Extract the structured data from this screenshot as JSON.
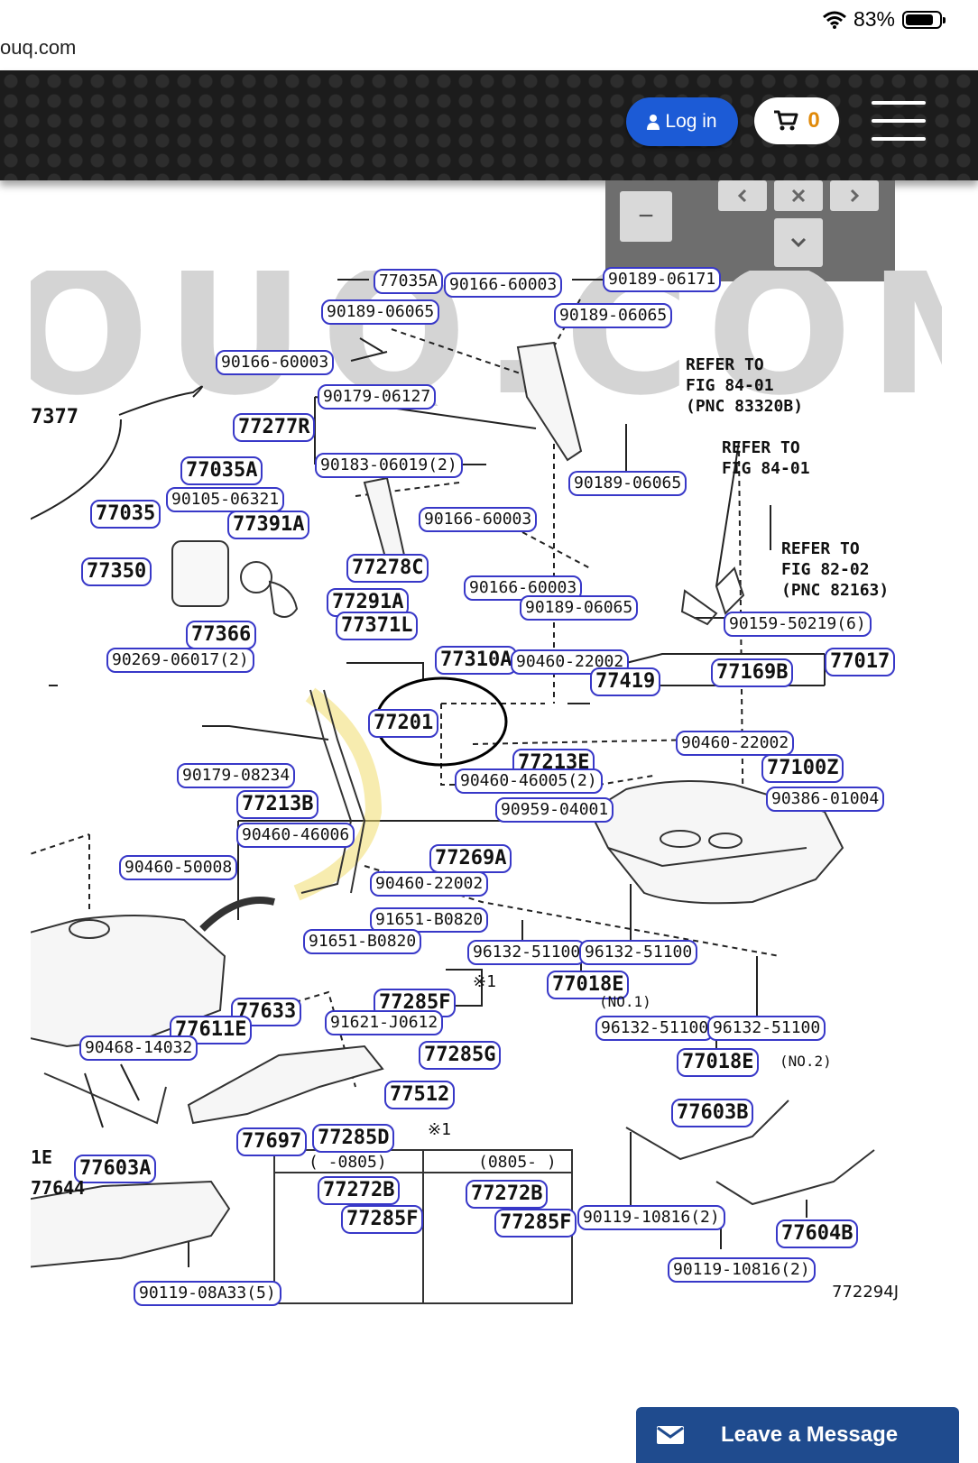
{
  "status": {
    "battery": "83%",
    "battery_level": 0.83
  },
  "browser": {
    "url": "ouq.com"
  },
  "header": {
    "login_label": "Log in",
    "cart_count": "0"
  },
  "zoom": {
    "minus": "−"
  },
  "diagram": {
    "parts": [
      "77035A",
      "90166-60003",
      "90189-06171",
      "90189-06065",
      "90189-06065",
      "90166-60003",
      "90179-06127",
      "77277R",
      "90183-06019(2)",
      "90189-06065",
      "77035A",
      "90105-06321",
      "77035",
      "77391A",
      "77278C",
      "90166-60003",
      "90166-60003",
      "90189-06065",
      "77350",
      "77291A",
      "77371L",
      "77366",
      "90269-06017(2)",
      "77310A",
      "90460-22002",
      "77419",
      "77169B",
      "77017",
      "90159-50219(6)",
      "77201",
      "90460-22002",
      "77213E",
      "77100Z",
      "90460-46005(2)",
      "90179-08234",
      "90386-01004",
      "77213B",
      "90959-04001",
      "90460-46006",
      "77269A",
      "90460-50008",
      "90460-22002",
      "91651-B0820",
      "91651-B0820",
      "96132-51100",
      "96132-51100",
      "77018E",
      "77285F",
      "77633",
      "77611E",
      "91621-J0612",
      "96132-51100",
      "96132-51100",
      "90468-14032",
      "77285G",
      "77018E",
      "77512",
      "77603B",
      "77697",
      "77285D",
      "77603A",
      "77272B",
      "77285F",
      "77272B",
      "77285F",
      "90119-10816(2)",
      "77604B",
      "90119-10816(2)",
      "90119-08A33(5)"
    ],
    "labels": {
      "left_77377": "7377",
      "refer1_line1": "REFER TO",
      "refer1_line2": "FIG 84-01",
      "refer1_line3": "(PNC 83320B)",
      "refer2_line1": "REFER TO",
      "refer2_line2": "FIG 84-01",
      "refer3_line1": "REFER TO",
      "refer3_line2": "FIG 82-02",
      "refer3_line3": "(PNC 82163)",
      "note1": "※1",
      "note1b": "※1",
      "no1": "(NO.1)",
      "no2": "(NO.2)",
      "edge_1e": "1E",
      "edge_77644": "77644",
      "table_col1": "(    -0805)",
      "table_col2": "(0805-    )",
      "figure_id": "772294J"
    },
    "watermark": "OUQ.COM"
  },
  "chat": {
    "label": "Leave a Message"
  }
}
